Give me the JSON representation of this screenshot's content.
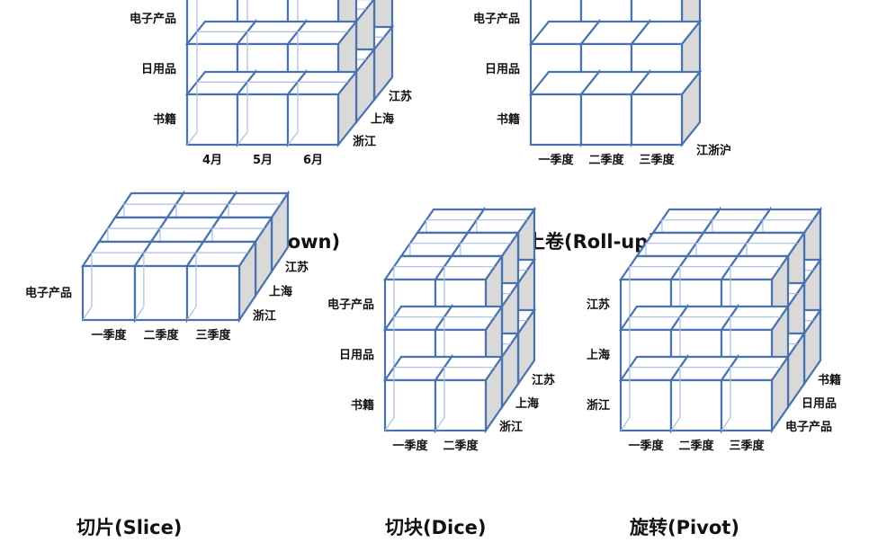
{
  "colors": {
    "edge": "#4a72b0",
    "side": "#d9d9d9",
    "inner": "#a9bedf"
  },
  "panels": [
    {
      "id": "drilldown",
      "title": "钻取(Drill-down)",
      "rows": [
        "电子产品",
        "日用品",
        "书籍"
      ],
      "cols": [
        "4月",
        "5月",
        "6月"
      ],
      "depth": [
        "江苏",
        "上海",
        "浙江"
      ]
    },
    {
      "id": "rollup",
      "title": "上卷(Roll-up)",
      "rows": [
        "电子产品",
        "日用品",
        "书籍"
      ],
      "cols": [
        "一季度",
        "二季度",
        "三季度"
      ],
      "depth": [
        "江浙沪"
      ]
    },
    {
      "id": "slice",
      "title": "切片(Slice)",
      "rows": [
        "电子产品"
      ],
      "cols": [
        "一季度",
        "二季度",
        "三季度"
      ],
      "depth": [
        "江苏",
        "上海",
        "浙江"
      ]
    },
    {
      "id": "dice",
      "title": "切块(Dice)",
      "rows": [
        "电子产品",
        "日用品",
        "书籍"
      ],
      "cols": [
        "一季度",
        "二季度"
      ],
      "depth": [
        "江苏",
        "上海",
        "浙江"
      ]
    },
    {
      "id": "pivot",
      "title": "旋转(Pivot)",
      "rows": [
        "江苏",
        "上海",
        "浙江"
      ],
      "cols": [
        "一季度",
        "二季度",
        "三季度"
      ],
      "depth": [
        "书籍",
        "日用品",
        "电子产品"
      ]
    }
  ]
}
